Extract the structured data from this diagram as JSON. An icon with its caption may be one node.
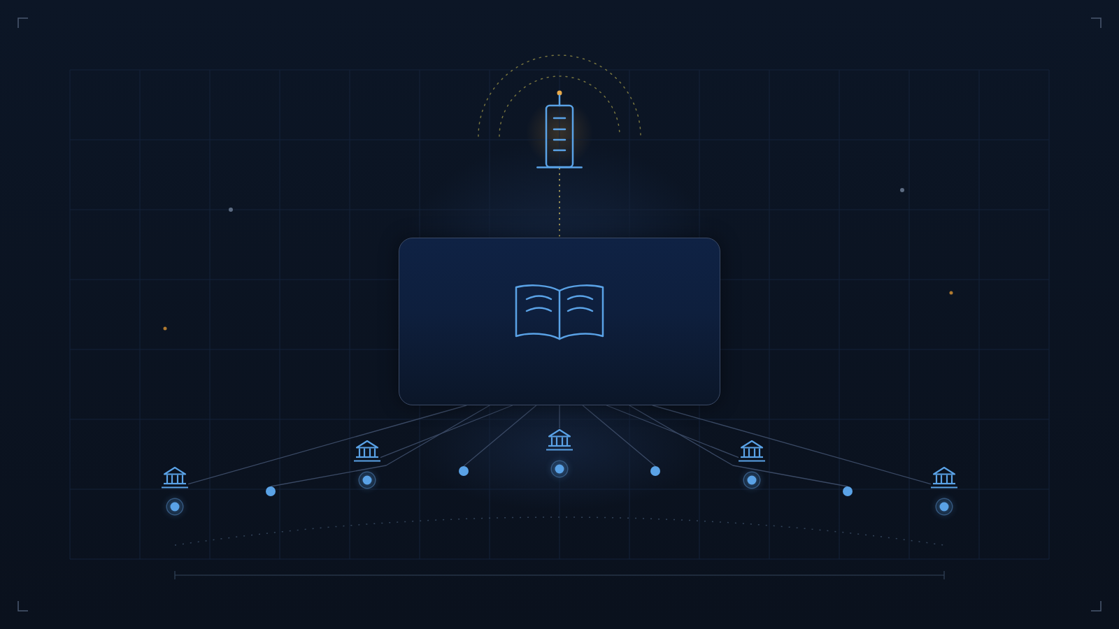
{
  "diagram": {
    "nodes": [
      {
        "text": [],
        "shape": "picture"
      },
      {
        "text": [],
        "shape": "box"
      },
      {
        "text": [],
        "shape": "picture"
      },
      {
        "text": [],
        "shape": "circle"
      },
      {
        "text": [],
        "shape": "picture"
      },
      {
        "text": [],
        "shape": "circle"
      },
      {
        "text": [],
        "shape": "picture"
      },
      {
        "text": [],
        "shape": "circle"
      },
      {
        "text": [],
        "shape": "picture"
      },
      {
        "text": [],
        "shape": "circle"
      },
      {
        "text": [],
        "shape": "picture"
      }
    ],
    "edges": [
      {
        "from": 0,
        "to": 1,
        "arrow": "none",
        "style": "dashed",
        "color": "#b0a25a"
      },
      {
        "from": 1,
        "to": 2,
        "arrow": "none"
      },
      {
        "from": 1,
        "to": 3,
        "arrow": "none"
      },
      {
        "from": 1,
        "to": 4,
        "arrow": "none"
      },
      {
        "from": 1,
        "to": 5,
        "arrow": "none"
      },
      {
        "from": 1,
        "to": 6,
        "arrow": "none"
      },
      {
        "from": 1,
        "to": 7,
        "arrow": "none"
      },
      {
        "from": 1,
        "to": 8,
        "arrow": "none"
      },
      {
        "from": 1,
        "to": 9,
        "arrow": "none"
      },
      {
        "from": 1,
        "to": 10,
        "arrow": "none"
      }
    ]
  }
}
